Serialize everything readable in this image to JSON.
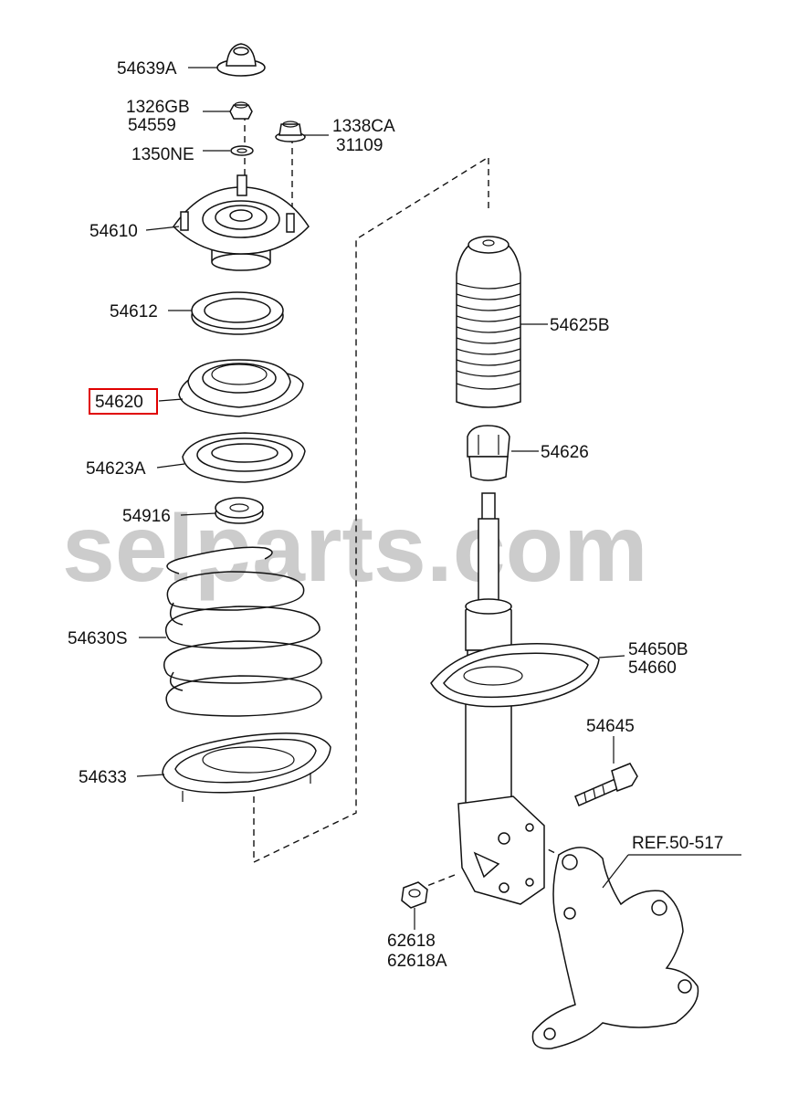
{
  "watermark": "selparts.com",
  "highlighted_part": "54620",
  "labels": {
    "p54639A": "54639A",
    "p1326GB": "1326GB",
    "p54559": "54559",
    "p1338CA": "1338CA",
    "p31109": "31109",
    "p1350NE": "1350NE",
    "p54610": "54610",
    "p54612": "54612",
    "p54620": "54620",
    "p54623A": "54623A",
    "p54916": "54916",
    "p54630S": "54630S",
    "p54633": "54633",
    "p54625B": "54625B",
    "p54626": "54626",
    "p54650B": "54650B",
    "p54660": "54660",
    "p54645": "54645",
    "ref": "REF.50-517",
    "p62618": "62618",
    "p62618A": "62618A"
  },
  "colors": {
    "highlight": "#e00000",
    "line": "#111111",
    "watermark": "#9a9a9a"
  }
}
